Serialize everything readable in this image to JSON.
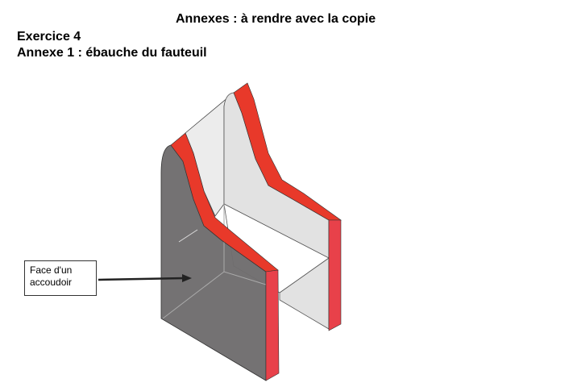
{
  "header": {
    "title": "Annexes : à rendre avec la copie",
    "exercise": "Exercice 4",
    "annex": "Annexe 1 : ébauche du fauteuil"
  },
  "figure": {
    "callout_line1": "Face d'un",
    "callout_line2": "accoudoir",
    "colors": {
      "red": "#e8392a",
      "dark_face": "#6f6d6e",
      "light_face": "#e2e2e2"
    }
  }
}
